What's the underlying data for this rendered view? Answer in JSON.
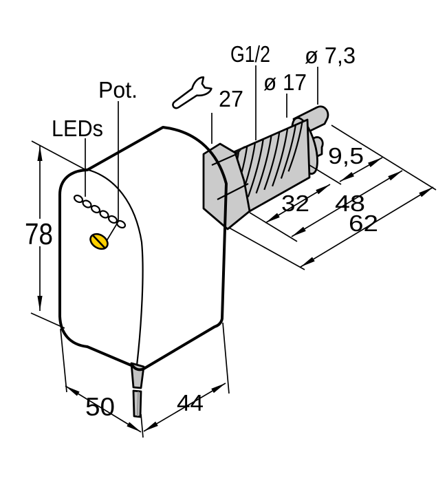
{
  "drawing": {
    "callouts": {
      "leds": "LEDs",
      "pot": "Pot.",
      "wrench_size": "27",
      "thread": "G1/2",
      "probe_diameter": "ø 17",
      "tip_diameter": "ø 7,3"
    },
    "dimensions_mm": {
      "body_height": "78",
      "body_width": "50",
      "body_depth": "44",
      "tip_length": "9,5",
      "thread_length": "32",
      "shaft_length": "48",
      "probe_length": "62"
    },
    "colors": {
      "housing": "#ffd000",
      "metal": "#cbcbcb",
      "metal_dark": "#c2c2c2",
      "line": "#000000",
      "background": "#ffffff"
    }
  }
}
